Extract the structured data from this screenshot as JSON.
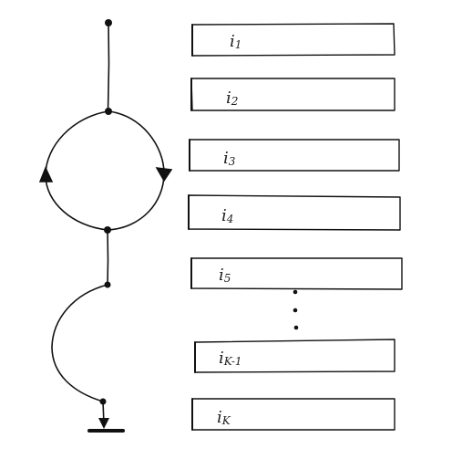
{
  "diagram": {
    "path_graph": {
      "nodes": [
        "start",
        "split",
        "merge",
        "mid",
        "end"
      ],
      "branches": [
        {
          "from": "split",
          "to": "merge",
          "side": "left",
          "arrow": "up"
        },
        {
          "from": "split",
          "to": "merge",
          "side": "right",
          "arrow": "down"
        },
        {
          "from": "mid",
          "to": "end",
          "side": "left",
          "arrow": "down"
        }
      ]
    },
    "array": {
      "cells": [
        {
          "base": "i",
          "sub": "1"
        },
        {
          "base": "i",
          "sub": "2"
        },
        {
          "base": "i",
          "sub": "3"
        },
        {
          "base": "i",
          "sub": "4"
        },
        {
          "base": "i",
          "sub": "5"
        },
        {
          "base": "i",
          "sub": "K-1"
        },
        {
          "base": "i",
          "sub": "K"
        }
      ],
      "ellipsis_after": "i5"
    }
  }
}
